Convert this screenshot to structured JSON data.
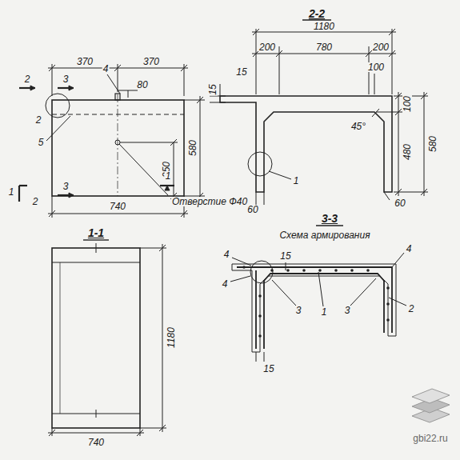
{
  "diagram": {
    "labels": [
      "2-2",
      "1180",
      "200",
      "780",
      "200",
      "15",
      "15",
      "100",
      "45°",
      "100",
      "480",
      "580",
      "60",
      "60",
      "1",
      "370",
      "370",
      "2",
      "3",
      "4",
      "80",
      "2",
      "5",
      "250",
      "580",
      "1",
      "2",
      "3",
      "1",
      "740",
      "Отверстие Ф40",
      "1-1",
      "1180",
      "740",
      "3-3",
      "Схема армирования",
      "4",
      "4",
      "15",
      "3",
      "1",
      "3",
      "2",
      "4",
      "15",
      "gbi22.ru"
    ]
  }
}
